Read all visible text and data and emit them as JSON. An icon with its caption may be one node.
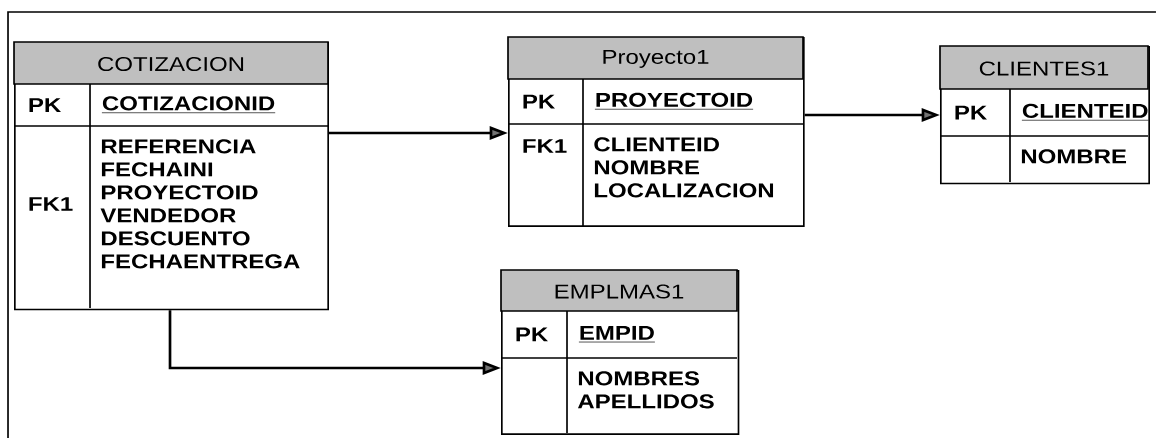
{
  "diagram": {
    "nodes": [
      {
        "text": [
          "COTIZACION",
          "PK",
          "COTIZACIONID",
          "FK1",
          "REFERENCIA FECHAINI PROYECTOID VENDEDOR DESCUENTO FECHAENTREGA"
        ]
      },
      {
        "text": [
          "Proyecto1",
          "PK",
          "PROYECTOID",
          "FK1",
          "CLIENTEID NOMBRE LOCALIZACION"
        ]
      },
      {
        "text": [
          "CLIENTES1",
          "PK",
          "CLIENTEID",
          "NOMBRE"
        ]
      },
      {
        "text": [
          "EMPLMAS1",
          "PK",
          "EMPID",
          "NOMBRES APELLIDOS"
        ]
      }
    ],
    "edges": [
      {
        "from": 0,
        "to": 1,
        "arrow": "to"
      },
      {
        "from": 1,
        "to": 2,
        "arrow": "to"
      },
      {
        "from": 0,
        "to": 3,
        "arrow": "to"
      }
    ]
  }
}
